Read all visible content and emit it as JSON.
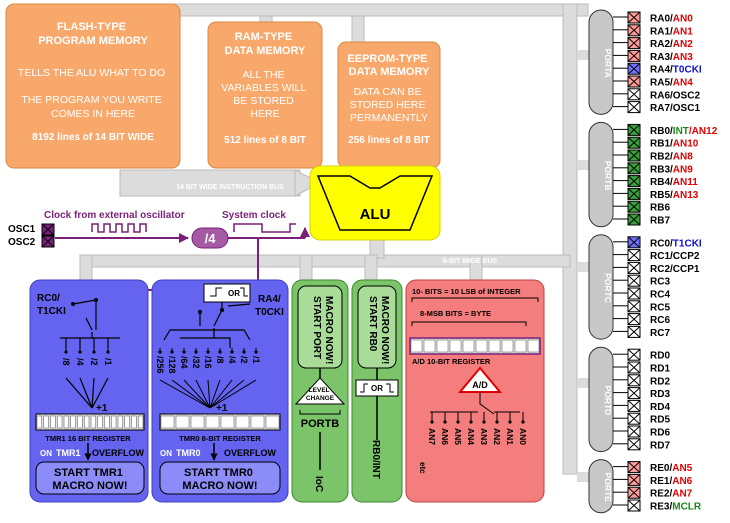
{
  "memory": {
    "flash": {
      "title": [
        "FLASH-TYPE",
        "PROGRAM MEMORY"
      ],
      "text": [
        "TELLS THE ALU WHAT TO DO",
        "",
        "THE PROGRAM YOU WRITE",
        "COMES IN HERE"
      ],
      "size": "8192 lines of 14 BIT WIDE"
    },
    "ram": {
      "title": [
        "RAM-TYPE",
        "DATA MEMORY"
      ],
      "text": [
        "ALL THE",
        "VARIABLES WILL",
        "BE STORED",
        "HERE"
      ],
      "size": "512 lines of 8 BIT"
    },
    "eeprom": {
      "title": [
        "EEPROM-TYPE",
        "DATA MEMORY"
      ],
      "text": [
        "DATA CAN BE",
        "STORED HERE",
        "PERMANENTLY"
      ],
      "size": "256 lines of 8 BIT"
    }
  },
  "buses": {
    "instruction": "14 BIT WIDE INSTRUCTION BUS",
    "data": "8-BIT WIDE BUS"
  },
  "alu": "ALU",
  "clock": {
    "external_label": "Clock from external oscillator",
    "system_label": "System clock",
    "divider": "/4",
    "osc1": "OSC1",
    "osc2": "OSC2"
  },
  "tmr1": {
    "input": [
      "RC0/",
      "T1CKI"
    ],
    "prescalers": [
      "/8",
      "/4",
      "/2",
      "/1"
    ],
    "plus": "+1",
    "register": "TMR1 16 BIT REGISTER",
    "on": "ON",
    "event": "TMR1",
    "overflow": "OVERFLOW",
    "macro": [
      "START TMR1",
      "MACRO NOW!"
    ]
  },
  "tmr0": {
    "input": [
      "RA4/",
      "T0CKI"
    ],
    "or": "OR",
    "prescalers": [
      "/256",
      "/128",
      "/64",
      "/32",
      "/16",
      "/8",
      "/4",
      "/2",
      "/1"
    ],
    "plus": "+1",
    "register": "TMR0 8-BIT REGISTER",
    "on": "ON",
    "event": "TMR0",
    "overflow": "OVERFLOW",
    "macro": [
      "START TMR0",
      "MACRO NOW!"
    ]
  },
  "ioc": {
    "macro": [
      "START PORT",
      "MACRO NOW!"
    ],
    "level": [
      "LEVEL",
      "CHANGE"
    ],
    "port": "PORTB",
    "label": "IoC"
  },
  "int": {
    "macro": [
      "START RB0",
      "MACRO NOW!"
    ],
    "or": "OR",
    "label": "RB0/INT"
  },
  "adc": {
    "ten_bits": "10- BITS = 10 LSB of INTEGER",
    "eight_bits": "8-MSB BITS = BYTE",
    "register": "A/D 10-BIT REGISTER",
    "symbol": "A/D",
    "inputs": [
      "AN7",
      "AN6",
      "AN5",
      "AN4",
      "AN3",
      "AN2",
      "AN1",
      "AN0"
    ],
    "etc": "etc"
  },
  "ports": [
    {
      "name": "PORTA",
      "pins": [
        {
          "dig": "RA0/",
          "alt": "AN0",
          "altc": "#e00000",
          "x": "red"
        },
        {
          "dig": "RA1/",
          "alt": "AN1",
          "altc": "#e00000",
          "x": "red"
        },
        {
          "dig": "RA2/",
          "alt": "AN2",
          "altc": "#e00000",
          "x": "red"
        },
        {
          "dig": "RA3/",
          "alt": "AN3",
          "altc": "#e00000",
          "x": "red"
        },
        {
          "dig": "RA4/",
          "alt": "T0CKI",
          "altc": "#1010d0",
          "x": "blue"
        },
        {
          "dig": "RA5/",
          "alt": "AN4",
          "altc": "#e00000",
          "x": "red"
        },
        {
          "dig": "RA6/OSC2",
          "alt": "",
          "altc": "#000000",
          "x": "white"
        },
        {
          "dig": "RA7/OSC1",
          "alt": "",
          "altc": "#000000",
          "x": "white"
        }
      ]
    },
    {
      "name": "PORTB",
      "pins": [
        {
          "dig": "RB0/",
          "alt": "INT",
          "altc": "#1a8a1a",
          "extra": "/AN12",
          "x": "green"
        },
        {
          "dig": "RB1/",
          "alt": "AN10",
          "altc": "#e00000",
          "x": "green"
        },
        {
          "dig": "RB2/",
          "alt": "AN8",
          "altc": "#e00000",
          "x": "green"
        },
        {
          "dig": "RB3/",
          "alt": "AN9",
          "altc": "#e00000",
          "x": "green"
        },
        {
          "dig": "RB4/",
          "alt": "AN11",
          "altc": "#e00000",
          "x": "green"
        },
        {
          "dig": "RB5/",
          "alt": "AN13",
          "altc": "#e00000",
          "x": "green"
        },
        {
          "dig": "RB6",
          "alt": "",
          "altc": "#000000",
          "x": "green"
        },
        {
          "dig": "RB7",
          "alt": "",
          "altc": "#000000",
          "x": "green"
        }
      ]
    },
    {
      "name": "PORTC",
      "pins": [
        {
          "dig": "RC0/",
          "alt": "T1CKI",
          "altc": "#1010d0",
          "x": "blue"
        },
        {
          "dig": "RC1/CCP2",
          "alt": "",
          "altc": "#000000",
          "x": "white"
        },
        {
          "dig": "RC2/CCP1",
          "alt": "",
          "altc": "#000000",
          "x": "white"
        },
        {
          "dig": "RC3",
          "alt": "",
          "altc": "#000000",
          "x": "white"
        },
        {
          "dig": "RC4",
          "alt": "",
          "altc": "#000000",
          "x": "white"
        },
        {
          "dig": "RC5",
          "alt": "",
          "altc": "#000000",
          "x": "white"
        },
        {
          "dig": "RC6",
          "alt": "",
          "altc": "#000000",
          "x": "white"
        },
        {
          "dig": "RC7",
          "alt": "",
          "altc": "#000000",
          "x": "white"
        }
      ]
    },
    {
      "name": "PORTD",
      "pins": [
        {
          "dig": "RD0",
          "alt": "",
          "altc": "#000000",
          "x": "white"
        },
        {
          "dig": "RD1",
          "alt": "",
          "altc": "#000000",
          "x": "white"
        },
        {
          "dig": "RD2",
          "alt": "",
          "altc": "#000000",
          "x": "white"
        },
        {
          "dig": "RD3",
          "alt": "",
          "altc": "#000000",
          "x": "white"
        },
        {
          "dig": "RD4",
          "alt": "",
          "altc": "#000000",
          "x": "white"
        },
        {
          "dig": "RD5",
          "alt": "",
          "altc": "#000000",
          "x": "white"
        },
        {
          "dig": "RD6",
          "alt": "",
          "altc": "#000000",
          "x": "white"
        },
        {
          "dig": "RD7",
          "alt": "",
          "altc": "#000000",
          "x": "white"
        }
      ]
    },
    {
      "name": "PORTE",
      "pins": [
        {
          "dig": "RE0/",
          "alt": "AN5",
          "altc": "#e00000",
          "x": "red"
        },
        {
          "dig": "RE1/",
          "alt": "AN6",
          "altc": "#e00000",
          "x": "red"
        },
        {
          "dig": "RE2/",
          "alt": "AN7",
          "altc": "#e00000",
          "x": "red"
        },
        {
          "dig": "RE3/",
          "alt": "MCLR",
          "altc": "#1a8a1a",
          "x": "white"
        }
      ]
    }
  ],
  "colors": {
    "memory": "#f9a86b",
    "alu": "#ffff00",
    "timer": "#6464f0",
    "ioc": "#7cc46a",
    "adc": "#f47d7d",
    "clock": "#7a1f7a",
    "bus": "#dcdcdc"
  }
}
